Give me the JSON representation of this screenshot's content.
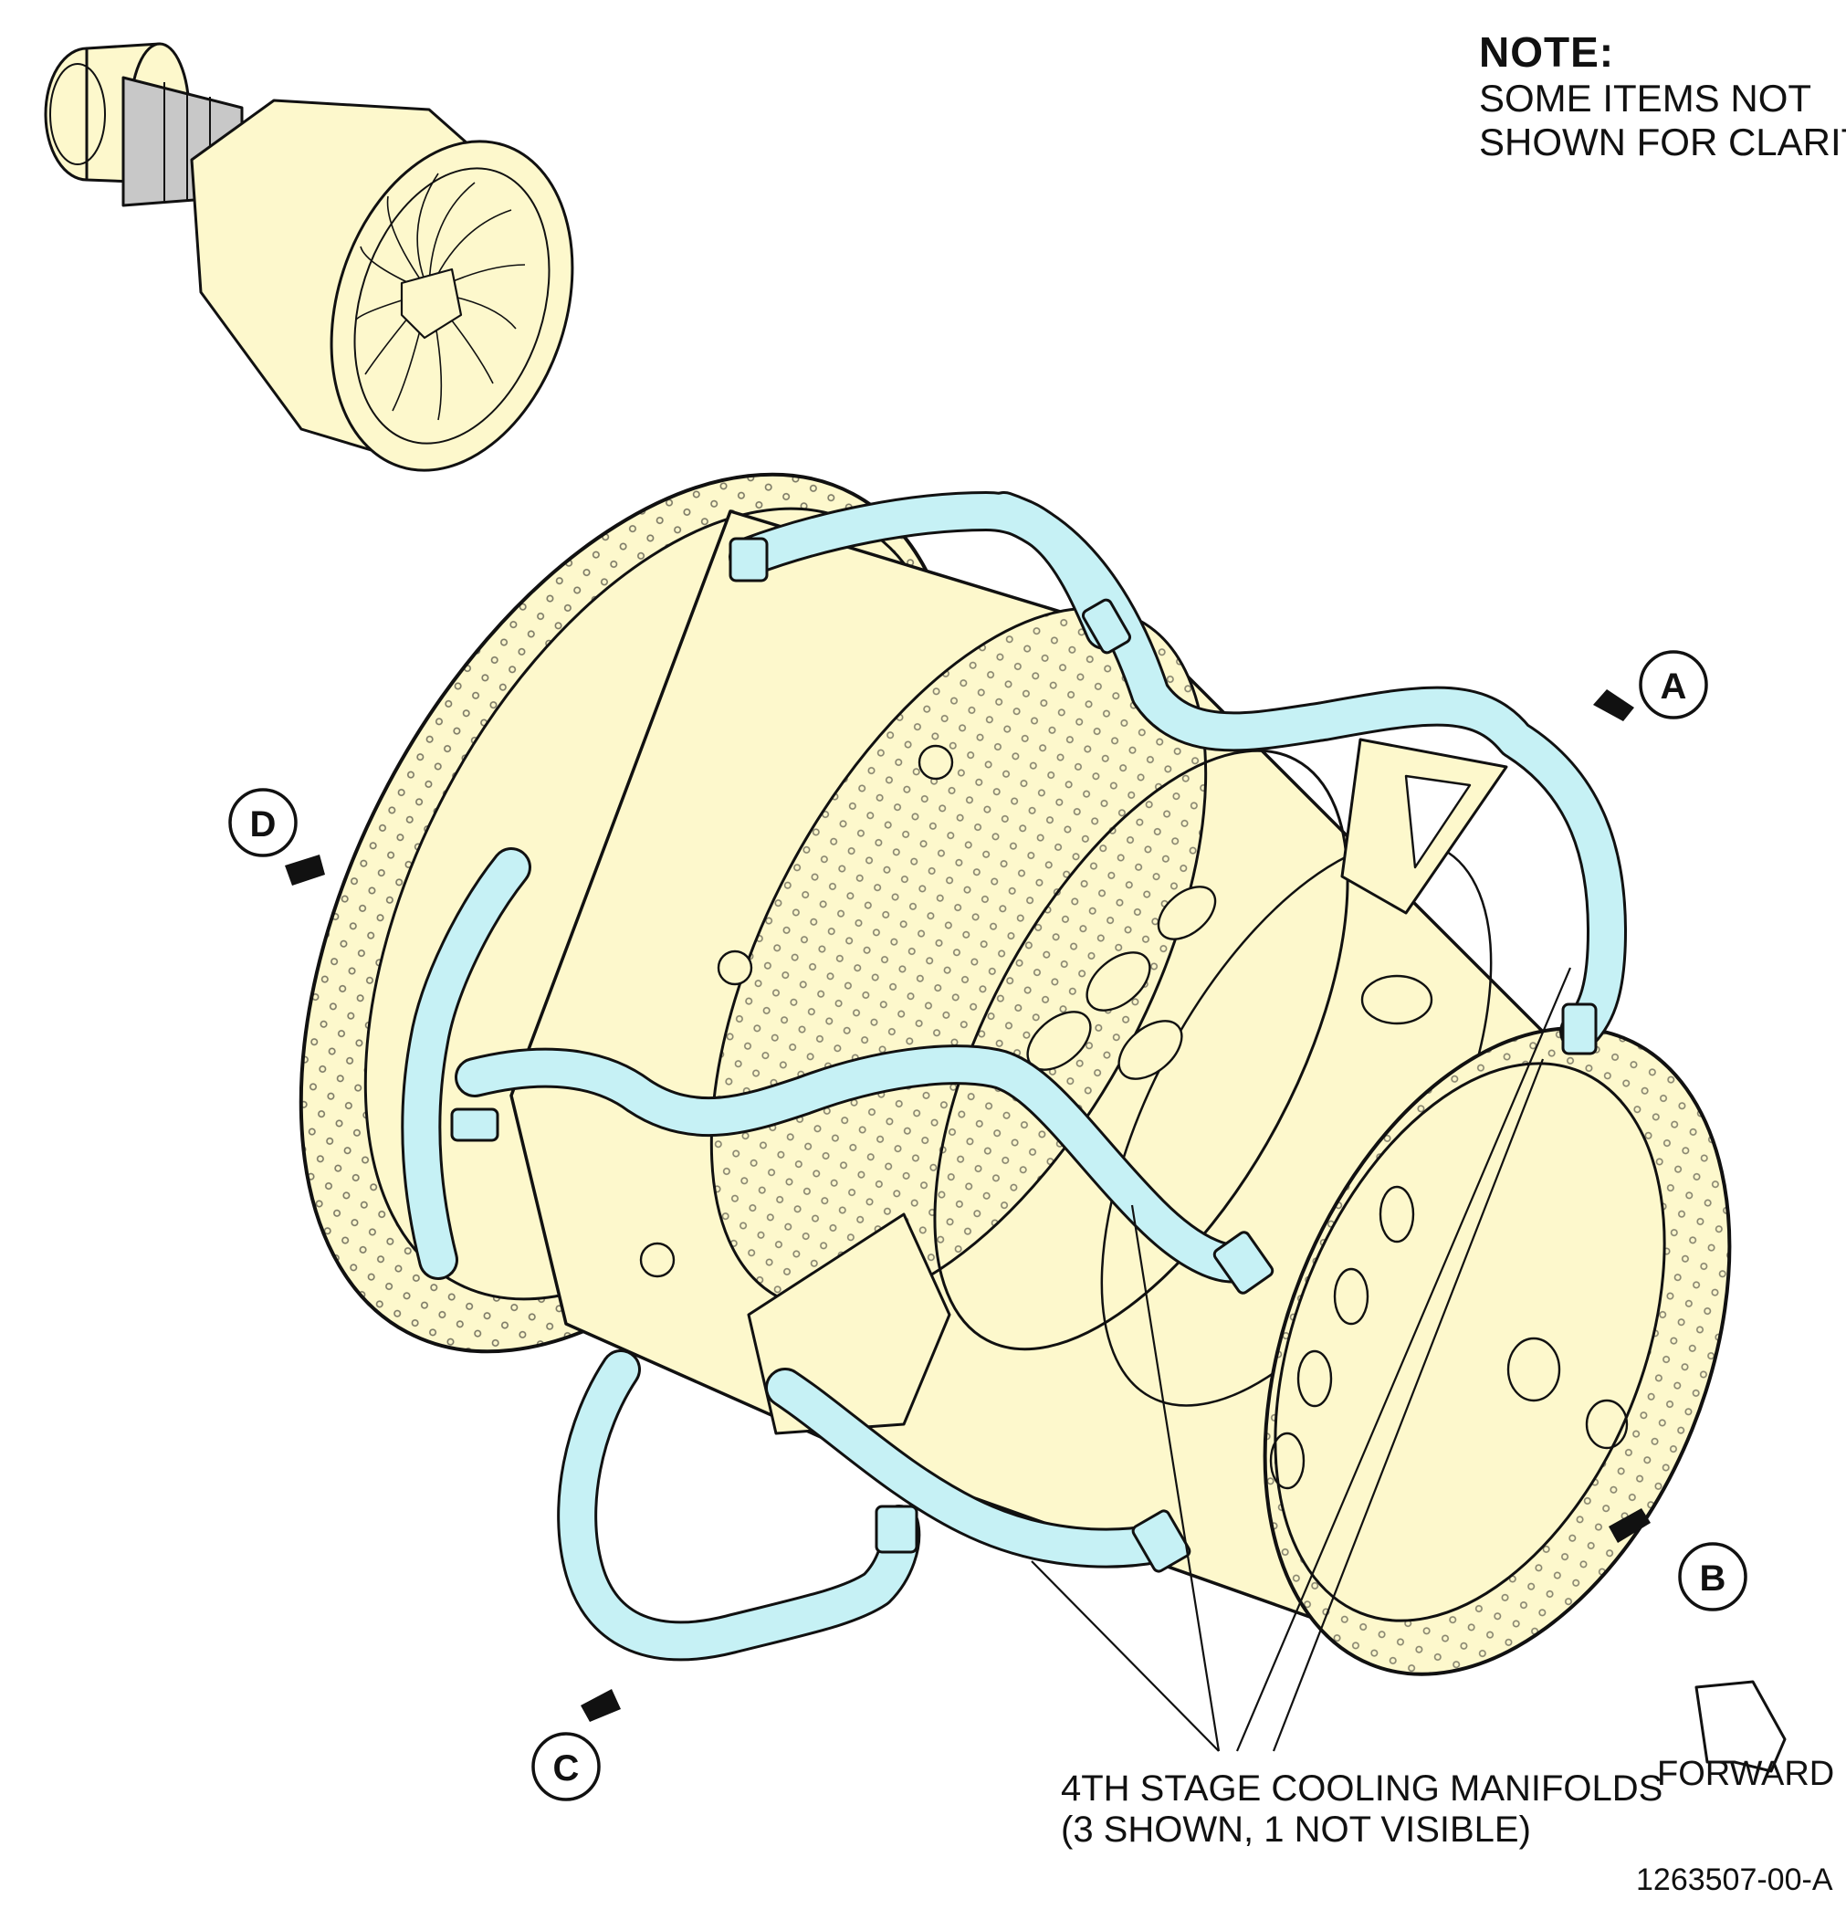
{
  "note": {
    "title": "NOTE:",
    "lines": [
      "SOME ITEMS NOT",
      "SHOWN FOR CLARITY."
    ]
  },
  "callout": {
    "lines": [
      "4TH STAGE COOLING MANIFOLDS",
      "(3 SHOWN, 1 NOT VISIBLE)"
    ]
  },
  "views": [
    {
      "letter": "A"
    },
    {
      "letter": "B"
    },
    {
      "letter": "C"
    },
    {
      "letter": "D"
    }
  ],
  "forward_label": "FORWARD",
  "doc_id": "1263507-00-A",
  "colors": {
    "engine_fill": "#fdf8cc",
    "manifold_fill": "#c6f1f5",
    "shaft_fill": "#c8c8c8",
    "stroke": "#111111"
  },
  "icons": [
    "view-arrow-icon",
    "forward-arrow-icon"
  ]
}
